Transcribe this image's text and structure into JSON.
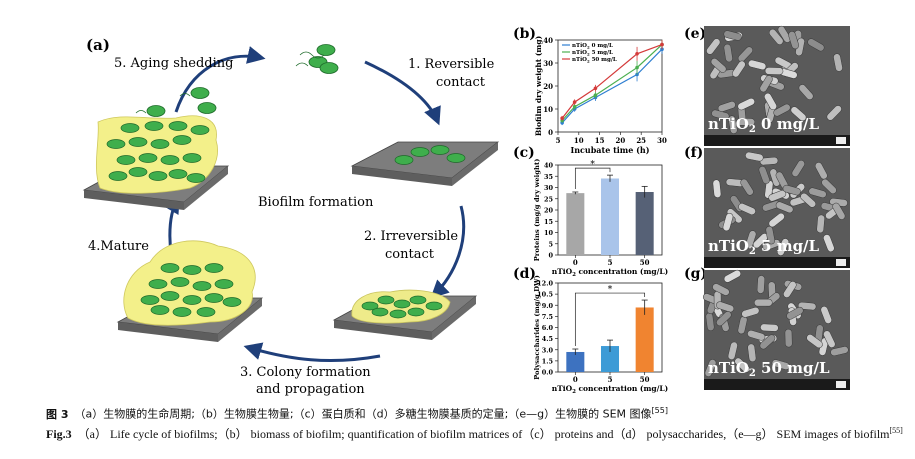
{
  "panel_labels": {
    "a": "(a)",
    "b": "(b)",
    "c": "(c)",
    "d": "(d)",
    "e": "(e)",
    "f": "(f)",
    "g": "(g)"
  },
  "cycle": {
    "stage1": [
      "1. Reversible",
      "contact"
    ],
    "stage2": [
      "2. Irreversible",
      "contact"
    ],
    "stage3": [
      "3. Colony formation",
      "and propagation"
    ],
    "stage4": [
      "4.Mature"
    ],
    "stage5": [
      "5. Aging shedding"
    ],
    "center": "Biofilm formation"
  },
  "sem": [
    {
      "label_text": "nTiO",
      "label_sub": "2",
      "label_tail": " 0 mg/L"
    },
    {
      "label_text": "nTiO",
      "label_sub": "2",
      "label_tail": " 5 mg/L"
    },
    {
      "label_text": "nTiO",
      "label_sub": "2",
      "label_tail": " 50 mg/L"
    }
  ],
  "colors": {
    "accent_arrow": "#1f3f7a",
    "biofilm": "#f3f08a",
    "cell": "#3fae4c",
    "plate": "#8c8c8c"
  },
  "chart_data": [
    {
      "type": "line",
      "panel": "b",
      "xlabel": "Incubate time (h)",
      "ylabel": "Biofilm dry weight (mg)",
      "xlim": [
        5,
        30
      ],
      "ylim": [
        0,
        40
      ],
      "xticks": [
        5,
        10,
        15,
        20,
        25,
        30
      ],
      "yticks": [
        0,
        10,
        20,
        30,
        40
      ],
      "x": [
        6,
        9,
        14,
        24,
        30
      ],
      "series": [
        {
          "name": "nTiO2 0 mg/L",
          "color": "#2f7fd1",
          "values": [
            4,
            10,
            15,
            25,
            36
          ]
        },
        {
          "name": "nTiO2 5 mg/L",
          "color": "#4caf50",
          "values": [
            5,
            11,
            16,
            28,
            38
          ]
        },
        {
          "name": "nTiO2 50 mg/L",
          "color": "#d43a3a",
          "values": [
            6,
            13,
            19,
            34,
            38
          ]
        }
      ],
      "legend": "top-left"
    },
    {
      "type": "bar",
      "panel": "c",
      "xlabel": "nTiO2 concentration (mg/L)",
      "ylabel": "Proteins (mg/g dry weight)",
      "categories": [
        "0",
        "5",
        "50"
      ],
      "values": [
        27.5,
        34,
        28
      ],
      "errors": [
        0.5,
        1.5,
        2.5
      ],
      "colors": [
        "#a7a7a7",
        "#a9c4ea",
        "#566176"
      ],
      "ylim": [
        0,
        40
      ],
      "yticks": [
        0,
        5,
        10,
        15,
        20,
        25,
        30,
        35,
        40
      ],
      "significance": "*"
    },
    {
      "type": "bar",
      "panel": "d",
      "xlabel": "nTiO2 concentration (mg/L)",
      "ylabel": "Polysaccharides (mg/g DW)",
      "categories": [
        "0",
        "5",
        "50"
      ],
      "values": [
        2.7,
        3.5,
        8.7
      ],
      "errors": [
        0.4,
        0.8,
        1.0
      ],
      "colors": [
        "#3d72c0",
        "#3d9bd6",
        "#f08430"
      ],
      "ylim": [
        0,
        12.0
      ],
      "yticks": [
        "0.0",
        "1.5",
        "3.0",
        "4.5",
        "6.0",
        "7.5",
        "9.0",
        "10.5",
        "12.0"
      ],
      "significance": "*"
    }
  ],
  "caption": {
    "cn_label": "图 3",
    "cn_text": "（a）生物膜的生命周期;（b）生物膜生物量;（c）蛋白质和（d）多糖生物膜基质的定量;（e—g）生物膜的 SEM 图像",
    "cn_ref": "[55]",
    "en_label": "Fig.3",
    "en_text": "（a） Life cycle of biofilms;（b） biomass of biofilm; quantification of biofilm matrices of（c） proteins and（d） polysaccharides,（e—g） SEM images of biofilm",
    "en_ref": "[55]"
  }
}
